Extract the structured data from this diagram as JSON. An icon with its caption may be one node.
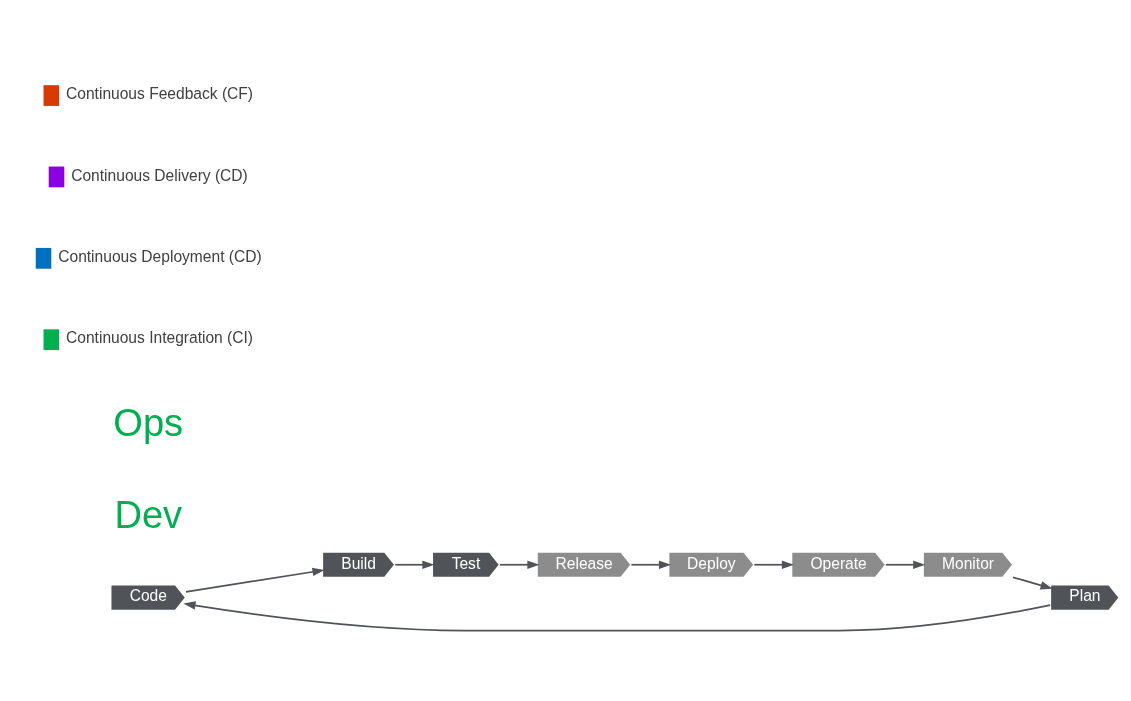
{
  "diagram": {
    "nodes": [
      {
        "text": [
          "Code"
        ]
      },
      {
        "text": [
          "Deploy"
        ]
      },
      {
        "text": [
          "Plan"
        ]
      },
      {
        "text": [
          "Release"
        ]
      },
      {
        "text": [
          "Build"
        ]
      },
      {
        "text": [
          "Operate"
        ]
      },
      {
        "text": [
          "Monitor"
        ]
      },
      {
        "text": [
          "Test"
        ]
      }
    ],
    "edges": [
      {
        "from": 0,
        "to": 4,
        "arrow": "to"
      },
      {
        "from": 4,
        "to": 7,
        "arrow": "to"
      },
      {
        "from": 7,
        "to": 3,
        "arrow": "to"
      },
      {
        "from": 3,
        "to": 1,
        "arrow": "to"
      },
      {
        "from": 1,
        "to": 5,
        "arrow": "to"
      },
      {
        "from": 5,
        "to": 6,
        "arrow": "to"
      },
      {
        "from": 6,
        "to": 2,
        "arrow": "to"
      },
      {
        "from": 2,
        "to": 0,
        "arrow": "to"
      }
    ],
    "labels": [
      "Dev",
      "Ops"
    ],
    "legend": [
      {
        "text": "Continuous Integration (CI)",
        "color": "#00b050"
      },
      {
        "text": "Continuous Deployment (CD)",
        "color": "#0070c0"
      },
      {
        "text": "Continuous Delivery (CD)",
        "color": "#8b00e0"
      },
      {
        "text": "Continuous Feedback (CF)",
        "color": "#d83b01"
      }
    ]
  }
}
